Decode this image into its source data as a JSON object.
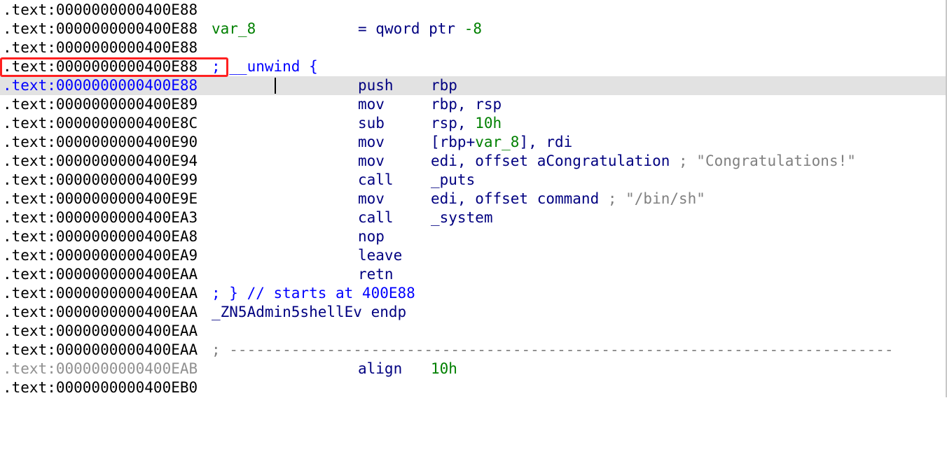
{
  "lines": [
    {
      "addr": ".text:0000000000400E88"
    },
    {
      "addr": ".text:0000000000400E88",
      "var": "var_8",
      "assign": "= qword ptr ",
      "assign_val": "-8"
    },
    {
      "addr": ".text:0000000000400E88"
    },
    {
      "addr": ".text:0000000000400E88",
      "op": "; __unwind {"
    },
    {
      "addr": ".text:0000000000400E88",
      "mnem": "push",
      "args": "rbp"
    },
    {
      "addr": ".text:0000000000400E89",
      "mnem": "mov",
      "args": "rbp, rsp"
    },
    {
      "addr": ".text:0000000000400E8C",
      "mnem": "sub",
      "args_a": "rsp, ",
      "args_b": "10h"
    },
    {
      "addr": ".text:0000000000400E90",
      "mnem": "mov",
      "args_a": "[rbp+",
      "args_b": "var_8",
      "args_c": "], rdi"
    },
    {
      "addr": ".text:0000000000400E94",
      "mnem": "mov",
      "args_a": "edi, offset aCongratulation",
      "comment": " ; \"Congratulations!\""
    },
    {
      "addr": ".text:0000000000400E99",
      "mnem": "call",
      "args": "_puts"
    },
    {
      "addr": ".text:0000000000400E9E",
      "mnem": "mov",
      "args_a": "edi, offset command",
      "comment": " ; \"/bin/sh\""
    },
    {
      "addr": ".text:0000000000400EA3",
      "mnem": "call",
      "args": "_system"
    },
    {
      "addr": ".text:0000000000400EA8",
      "mnem": "nop"
    },
    {
      "addr": ".text:0000000000400EA9",
      "mnem": "leave"
    },
    {
      "addr": ".text:0000000000400EAA",
      "mnem": "retn"
    },
    {
      "addr": ".text:0000000000400EAA",
      "op": "; } // starts at 400E88"
    },
    {
      "addr": ".text:0000000000400EAA",
      "op": "_ZN5Admin5shellEv endp"
    },
    {
      "addr": ".text:0000000000400EAA"
    },
    {
      "addr": ".text:0000000000400EAA",
      "op": "; ---------------------------------------------------------------------------"
    },
    {
      "addr": ".text:0000000000400EAB",
      "mnem": "align",
      "args": "10h"
    },
    {
      "addr": ".text:0000000000400EB0"
    }
  ],
  "colors": {
    "highlight_row": "#e2e2e2",
    "annotation_box": "#ff2020",
    "mnemonic": "#000080",
    "literal": "#008000",
    "selected_address": "#0000ff",
    "comment": "#808080"
  }
}
